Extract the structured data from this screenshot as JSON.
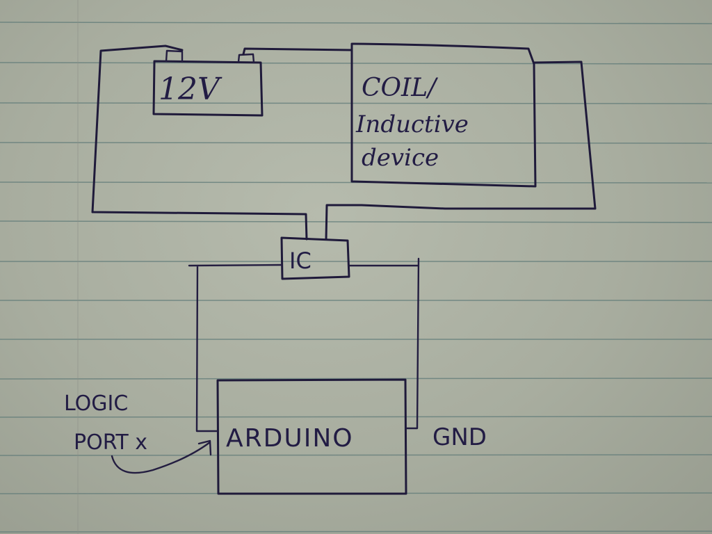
{
  "diagram": {
    "type": "hand-drawn circuit sketch",
    "medium": "lined notebook paper",
    "ink_color": "#1f1a3a",
    "paper_color": "#adb2a4",
    "ruled_line_color": "#5f7a78",
    "components": {
      "battery": {
        "label": "12V"
      },
      "coil": {
        "label_line1": "COIL/",
        "label_line2": "Inductive",
        "label_line3": "device"
      },
      "ic": {
        "label": "IC"
      },
      "arduino": {
        "label": "ARDUINO"
      }
    },
    "annotations": {
      "logic_port_line1": "LOGIC",
      "logic_port_line2": "PORT x",
      "gnd": "GND"
    },
    "connections": [
      {
        "from": "battery -",
        "to": "IC (top left pin)"
      },
      {
        "from": "battery +",
        "to": "coil (left)"
      },
      {
        "from": "coil (right)",
        "to": "IC (top right pin)"
      },
      {
        "from": "IC (left pin)",
        "to": "ARDUINO logic port x"
      },
      {
        "from": "IC (right pin)",
        "to": "ARDUINO GND"
      }
    ]
  }
}
